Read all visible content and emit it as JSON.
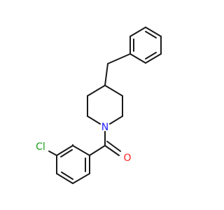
{
  "molecule": {
    "atoms": {
      "nitrogen": "N",
      "oxygen": "O",
      "chlorine": "Cl"
    },
    "colors": {
      "bond": "#1a1a1a",
      "nitrogen": "#2020ff",
      "oxygen": "#ff2020",
      "chlorine": "#1aa01a",
      "background": "#ffffff"
    }
  }
}
